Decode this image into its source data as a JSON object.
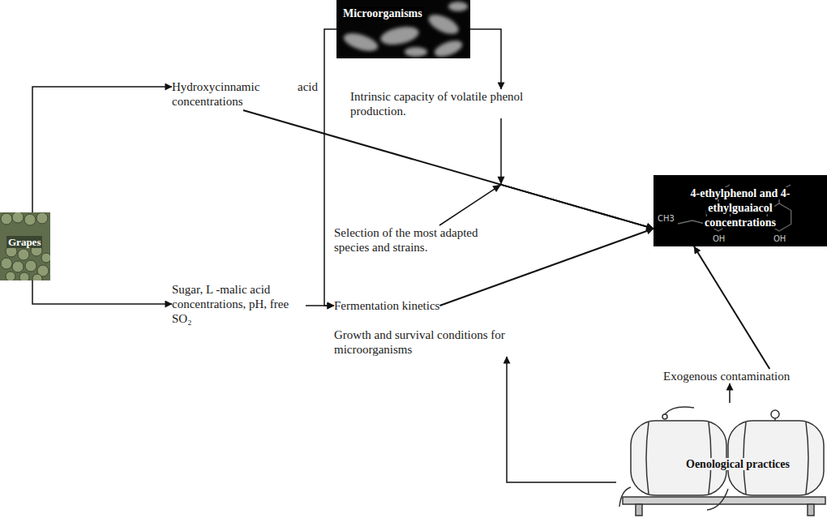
{
  "diagram": {
    "nodes": [
      {
        "text": [
          "Grapes"
        ]
      },
      {
        "text": [
          "Microorganisms"
        ]
      },
      {
        "text": [
          "Hydroxycinnamic acid concentrations"
        ]
      },
      {
        "text": [
          "Intrinsic capacity of volatile phenol production."
        ]
      },
      {
        "text": [
          "Sugar, L -malic acid concentrations, pH, free SO₂"
        ]
      },
      {
        "text": [
          "Selection of the most adapted species and strains."
        ]
      },
      {
        "text": [
          "Fermentation kinetics"
        ]
      },
      {
        "text": [
          "Growth and survival conditions for microorganisms"
        ]
      },
      {
        "text": [
          "4-ethylphenol and 4-ethylguaiacol concentrations"
        ]
      },
      {
        "text": [
          "Exogenous contamination"
        ]
      },
      {
        "text": [
          "Oenological practices"
        ]
      }
    ],
    "edges": [
      {
        "from": 0,
        "to": 2,
        "arrow": "to"
      },
      {
        "from": 0,
        "to": 4,
        "arrow": "to"
      },
      {
        "from": 1,
        "to": 3,
        "arrow": "to"
      },
      {
        "from": 2,
        "to": 8,
        "arrow": "to"
      },
      {
        "from": 3,
        "to": 8,
        "arrow": "to"
      },
      {
        "from": 5,
        "to": 8,
        "arrow": "to"
      },
      {
        "from": 1,
        "to": 6,
        "arrow": "to"
      },
      {
        "from": 4,
        "to": 6,
        "arrow": "to"
      },
      {
        "from": 6,
        "to": 8,
        "arrow": "to"
      },
      {
        "from": 10,
        "to": 7,
        "arrow": "to"
      },
      {
        "from": 10,
        "to": 9,
        "arrow": "to"
      },
      {
        "from": 9,
        "to": 8,
        "arrow": "to"
      }
    ],
    "labels": [
      "CH3",
      "OH",
      "OH"
    ]
  }
}
